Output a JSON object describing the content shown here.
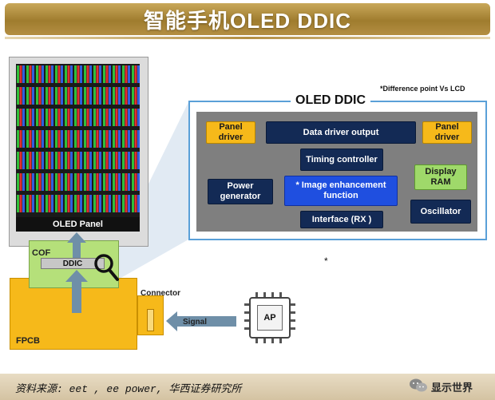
{
  "title": "智能手机OLED DDIC",
  "panel": {
    "label": "OLED Panel"
  },
  "cof": {
    "label": "COF",
    "chip_label": "DDIC"
  },
  "fpcb": {
    "label": "FPCB",
    "connector_label": "Connector"
  },
  "signal": {
    "label": "Signal"
  },
  "ap": {
    "label": "AP"
  },
  "ddic_detail": {
    "title": "OLED DDIC",
    "note": "*Difference point Vs LCD",
    "blocks": {
      "panel_driver_left": "Panel driver",
      "data_driver_output": "Data driver output",
      "panel_driver_right": "Panel driver",
      "timing_controller": "Timing controller",
      "power_generator": "Power generator",
      "image_enhancement": "* Image enhancement function",
      "display_ram": "Display RAM",
      "interface": "Interface (RX )",
      "oscillator": "Oscillator"
    },
    "star_mark": "*"
  },
  "footer": {
    "source": "资料来源: eet , ee power, 华西证券研究所",
    "account": "显示世界"
  },
  "colors": {
    "accent_gold": "#b48f43",
    "frame_blue": "#5aa0d8",
    "block_navy": "#132a55",
    "block_yellow": "#f6b91a",
    "block_green": "#9fd96a",
    "block_blue": "#1f4fe0",
    "arrow_blue": "#6f8fa8"
  }
}
